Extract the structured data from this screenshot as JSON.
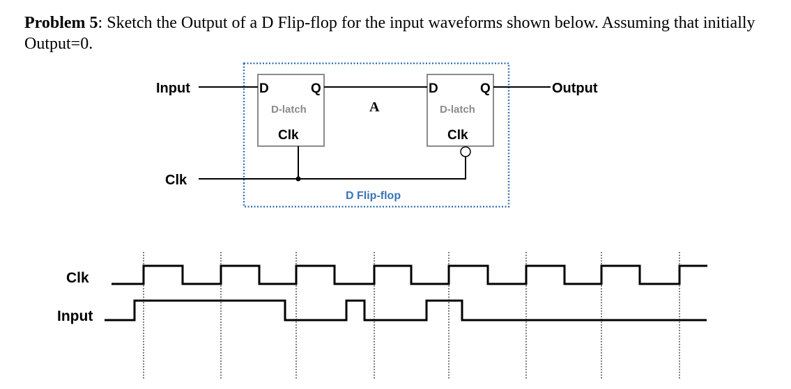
{
  "problem": {
    "label": "Problem 5",
    "text": ": Sketch the Output of a D Flip-flop for the input waveforms shown below. Assuming that initially Output=0."
  },
  "diagram": {
    "input_label": "Input",
    "output_label": "Output",
    "clk_label": "Clk",
    "node_label": "A",
    "flipflop_label": "D Flip-flop",
    "latch1": {
      "d": "D",
      "q": "Q",
      "name": "D-latch",
      "clk": "Clk"
    },
    "latch2": {
      "d": "D",
      "q": "Q",
      "name": "D-latch",
      "clk": "Clk"
    },
    "colors": {
      "flipflop_border": "#3a73b6",
      "latch_border": "#8a8a8a"
    }
  },
  "waveforms": {
    "clk_label": "Clk",
    "input_label": "Input"
  }
}
